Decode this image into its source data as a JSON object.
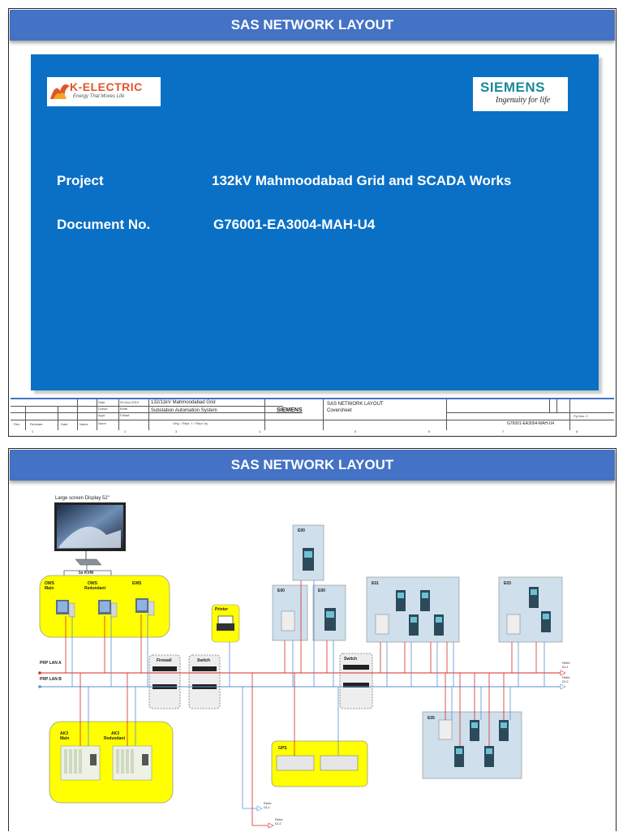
{
  "cover": {
    "title": "SAS NETWORK LAYOUT",
    "logos": {
      "kelectric_name": "K-ELECTRIC",
      "kelectric_tagline": "Energy That Moves Life",
      "siemens_name": "SIEMENS",
      "siemens_tagline": "Ingenuity for life"
    },
    "project_label": "Project",
    "project_value": "132kV Mahmoodabad Grid and SCADA Works",
    "document_label": "Document No.",
    "document_value": "G76001-EA3004-MAH-U4",
    "panel_color": "#0a70c6",
    "title_color": "#4472c4"
  },
  "titleblock": {
    "date_label": "Date",
    "date_value": "09-Nov-2019",
    "drawn_label": "Drawn",
    "drawn_value": "Bhitti",
    "appr_label": "Appr.",
    "appr_value": "Fahad",
    "norm_label": "Norm",
    "project_line1": "132/11kV Mahmoodabad Grid",
    "project_line2": "Substation Automation System",
    "orig_label": "Orig. / Rept. f. / Rept. by",
    "company": "SIEMENS",
    "sheet_title1": "SAS NETWORK LAYOUT",
    "sheet_title2": "Coversheet",
    "doc_number": "G76001-EA3004-MAH-U4",
    "pg_label": "Pg.Nos: 0",
    "rev_label": "Rev.",
    "revision_label": "Revisiøn",
    "date_col_label": "Date",
    "name_col_label": "Name",
    "column_numbers": [
      "1",
      "2",
      "3",
      "4",
      "5",
      "6",
      "7",
      "8"
    ]
  },
  "network": {
    "title": "SAS NETWORK LAYOUT",
    "display_label": "Large screen Display 52\"",
    "kvm_label": "5x KVM",
    "ows_main": "OWS Main",
    "ows_main_l1": "OWS",
    "ows_main_l2": "Main",
    "ows_red_l1": "OWS",
    "ows_red_l2": "Redundant",
    "ews": "EWS",
    "printer": "Printer",
    "firewall": "Firewall",
    "switch1": "Switch",
    "switch2": "Switch",
    "lan_a": "PRP LAN A",
    "lan_b": "PRP LAN B",
    "ak3_main_l1": "AK3",
    "ak3_main_l2": "Main",
    "ak3_red_l1": "AK3",
    "ak3_red_l2": "Redundant",
    "gps": "GPS",
    "bays": [
      "E00",
      "E00",
      "E00",
      "E01",
      "E03",
      "E05"
    ],
    "ext_a_l1": "Refer",
    "ext_a_l2": "DI-1",
    "ext_b_l1": "Refer",
    "ext_b_l2": "DI-2",
    "lan_a_color": "#d42a2a",
    "lan_b_color": "#5b8fd0",
    "group_yellow": "#ffff00",
    "bay_fill": "#cfe0ec"
  }
}
